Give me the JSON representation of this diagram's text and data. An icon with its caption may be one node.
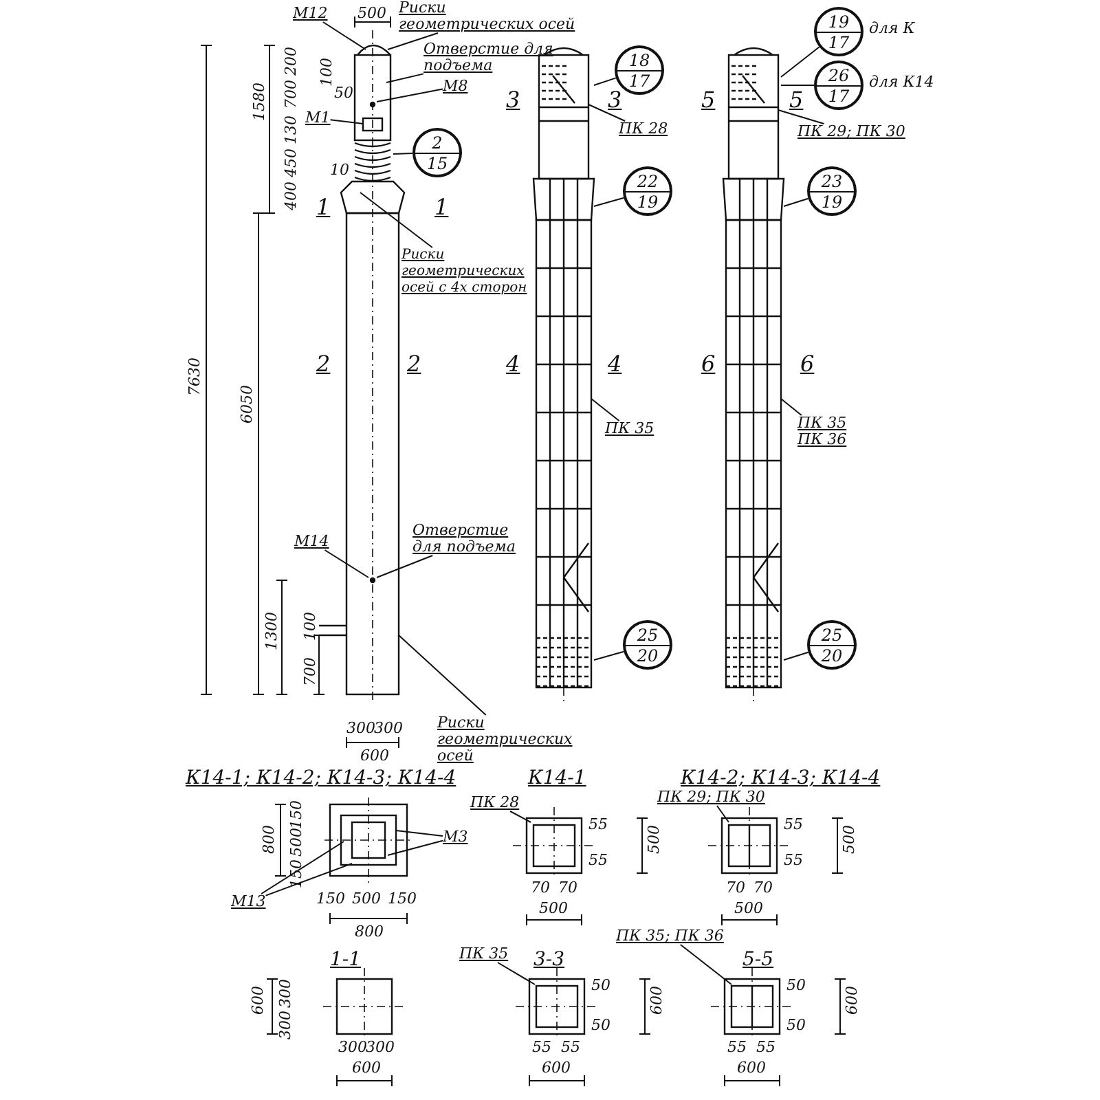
{
  "diagram": {
    "nodes": [
      {
        "text": [
          "М12"
        ]
      },
      {
        "text": [
          "Отверстие для подъема"
        ]
      },
      {
        "text": [
          "М8"
        ]
      },
      {
        "text": [
          "М1"
        ]
      },
      {
        "text": [
          "2",
          "15"
        ]
      },
      {
        "text": [
          "Риски геометрических осей с 4х сторон"
        ]
      },
      {
        "text": [
          "М14"
        ]
      },
      {
        "text": [
          "Отверстие для подъема"
        ]
      },
      {
        "text": [
          "Риски геометрических осей"
        ]
      },
      {
        "text": [
          "Риски геометрических осей"
        ]
      },
      {
        "text": [
          "18",
          "17"
        ]
      },
      {
        "text": [
          "ПК 28"
        ]
      },
      {
        "text": [
          "22",
          "19"
        ]
      },
      {
        "text": [
          "ПК 35"
        ]
      },
      {
        "text": [
          "25",
          "20"
        ]
      },
      {
        "text": [
          "19",
          "17"
        ],
        "beside": [
          "для К"
        ]
      },
      {
        "text": [
          "26",
          "17"
        ],
        "beside": [
          "для К14"
        ]
      },
      {
        "text": [
          "ПК 29; ПК 30"
        ]
      },
      {
        "text": [
          "23",
          "19"
        ]
      },
      {
        "text": [
          "ПК 35",
          "ПК 36"
        ]
      },
      {
        "text": [
          "25",
          "20"
        ]
      },
      {
        "text": [
          "М3"
        ]
      },
      {
        "text": [
          "М13"
        ]
      },
      {
        "text": [
          "ПК 28"
        ]
      },
      {
        "text": [
          "ПК 29; ПК 30"
        ]
      },
      {
        "text": [
          "ПК 35"
        ]
      },
      {
        "text": [
          "ПК 35; ПК 36"
        ]
      },
      {
        "text": [],
        "shape": "picture"
      },
      {
        "text": [],
        "shape": "picture"
      },
      {
        "text": [],
        "shape": "picture"
      },
      {
        "text": [],
        "shape": "picture"
      },
      {
        "text": [],
        "shape": "picture"
      },
      {
        "text": [],
        "shape": "picture"
      },
      {
        "text": [],
        "shape": "picture"
      },
      {
        "text": [],
        "shape": "picture"
      }
    ],
    "edges": [
      {
        "from": 0,
        "to": 27,
        "arrow": "none"
      },
      {
        "from": 1,
        "to": 27,
        "arrow": "none"
      },
      {
        "from": 2,
        "to": 27,
        "arrow": "none"
      },
      {
        "from": 3,
        "to": 27,
        "arrow": "none"
      },
      {
        "from": 4,
        "to": 27,
        "arrow": "none"
      },
      {
        "from": 5,
        "to": 27,
        "arrow": "none"
      },
      {
        "from": 6,
        "to": 27,
        "arrow": "none"
      },
      {
        "from": 7,
        "to": 27,
        "arrow": "none"
      },
      {
        "from": 8,
        "to": 27,
        "arrow": "none"
      },
      {
        "from": 9,
        "to": 27,
        "arrow": "none"
      },
      {
        "from": 10,
        "to": 28,
        "arrow": "none"
      },
      {
        "from": 11,
        "to": 28,
        "arrow": "none"
      },
      {
        "from": 12,
        "to": 28,
        "arrow": "none"
      },
      {
        "from": 13,
        "to": 28,
        "arrow": "none"
      },
      {
        "from": 14,
        "to": 28,
        "arrow": "none"
      },
      {
        "from": 15,
        "to": 29,
        "arrow": "none"
      },
      {
        "from": 16,
        "to": 29,
        "arrow": "none"
      },
      {
        "from": 17,
        "to": 29,
        "arrow": "none"
      },
      {
        "from": 18,
        "to": 29,
        "arrow": "none"
      },
      {
        "from": 19,
        "to": 29,
        "arrow": "none"
      },
      {
        "from": 20,
        "to": 29,
        "arrow": "none"
      },
      {
        "from": 21,
        "to": 30,
        "arrow": "none"
      },
      {
        "from": 21,
        "to": 30,
        "arrow": "none"
      },
      {
        "from": 22,
        "to": 30,
        "arrow": "none"
      },
      {
        "from": 22,
        "to": 30,
        "arrow": "none"
      },
      {
        "from": 23,
        "to": 31,
        "arrow": "none"
      },
      {
        "from": 24,
        "to": 32,
        "arrow": "none"
      },
      {
        "from": 25,
        "to": 33,
        "arrow": "none"
      },
      {
        "from": 26,
        "to": 34,
        "arrow": "none"
      }
    ],
    "labels": [
      "500",
      "200",
      "700",
      "100",
      "50",
      "1580",
      "130",
      "450",
      "10",
      "400",
      "1",
      "1",
      "2",
      "2",
      "3",
      "3",
      "5",
      "5",
      "4",
      "4",
      "6",
      "6",
      "7630",
      "6050",
      "1300",
      "100",
      "700",
      "300",
      "300",
      "600",
      "К14-1; К14-2; К14-3; К14-4",
      "К14-1",
      "К14-2; К14-3; К14-4",
      "800",
      "150",
      "500",
      "150",
      "150",
      "500",
      "150",
      "800",
      "55",
      "55",
      "500",
      "70",
      "70",
      "500",
      "55",
      "55",
      "500",
      "70",
      "70",
      "500",
      "1-1",
      "3-3",
      "5-5",
      "600",
      "300",
      "300",
      "300",
      "300",
      "600",
      "50",
      "50",
      "600",
      "55",
      "55",
      "600",
      "50",
      "50",
      "600",
      "55",
      "55",
      "600"
    ]
  }
}
